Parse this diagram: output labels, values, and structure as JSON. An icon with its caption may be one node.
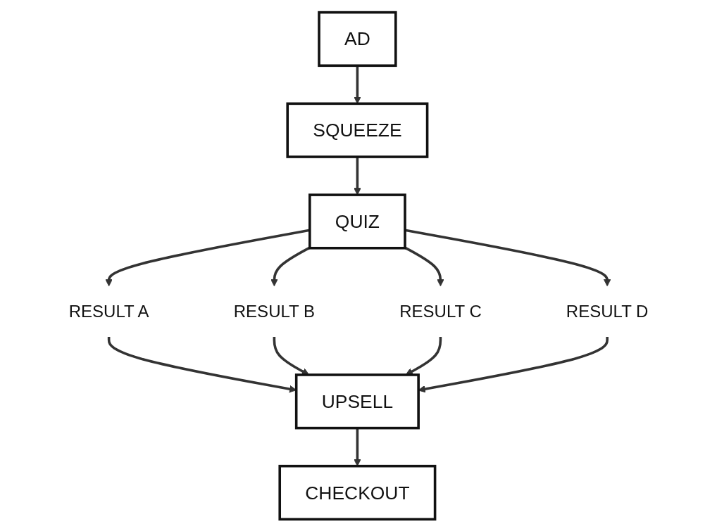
{
  "diagram": {
    "nodes": [
      {
        "text": [
          "AD"
        ]
      },
      {
        "text": [
          "SQUEEZE"
        ]
      },
      {
        "text": [
          "QUIZ"
        ]
      },
      {
        "text": [
          "RESULT A"
        ]
      },
      {
        "text": [
          "RESULT B"
        ]
      },
      {
        "text": [
          "RESULT C"
        ]
      },
      {
        "text": [
          "RESULT D"
        ]
      },
      {
        "text": [
          "UPSELL"
        ]
      },
      {
        "text": [
          "CHECKOUT"
        ]
      }
    ],
    "edges": [
      {
        "from": 0,
        "to": 1,
        "arrow": "to"
      },
      {
        "from": 1,
        "to": 2,
        "arrow": "to"
      },
      {
        "from": 2,
        "to": 3,
        "arrow": "to"
      },
      {
        "from": 2,
        "to": 4,
        "arrow": "to"
      },
      {
        "from": 2,
        "to": 5,
        "arrow": "to"
      },
      {
        "from": 2,
        "to": 6,
        "arrow": "to"
      },
      {
        "from": 3,
        "to": 7,
        "arrow": "to"
      },
      {
        "from": 4,
        "to": 7,
        "arrow": "to"
      },
      {
        "from": 5,
        "to": 7,
        "arrow": "to"
      },
      {
        "from": 6,
        "to": 7,
        "arrow": "to"
      },
      {
        "from": 7,
        "to": 8,
        "arrow": "to"
      }
    ]
  }
}
